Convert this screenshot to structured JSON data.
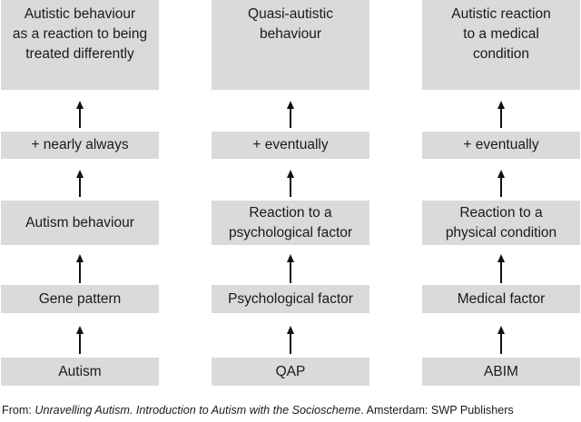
{
  "columns": [
    {
      "top": "Autistic behaviour\nas a reaction to being\ntreated differently",
      "link": "+ nearly always",
      "reaction": "Autism behaviour",
      "factor": "Gene pattern",
      "source": "Autism"
    },
    {
      "top": "Quasi-autistic\nbehaviour",
      "link": "+ eventually",
      "reaction": "Reaction to a\npsychological factor",
      "factor": "Psychological factor",
      "source": "QAP"
    },
    {
      "top": "Autistic reaction\nto a medical\ncondition",
      "link": "+ eventually",
      "reaction": "Reaction to a\nphysical condition",
      "factor": "Medical factor",
      "source": "ABIM"
    }
  ],
  "caption": {
    "prefix": "From: ",
    "book_title": "Unravelling Autism. Introduction to Autism with the Socioscheme",
    "suffix": ". Amsterdam: SWP Publishers"
  },
  "colors": {
    "box_fill": "#dadada",
    "arrow": "#111111",
    "text": "#1a1a1a"
  },
  "icons": {
    "arrow": "up-arrow-icon"
  }
}
